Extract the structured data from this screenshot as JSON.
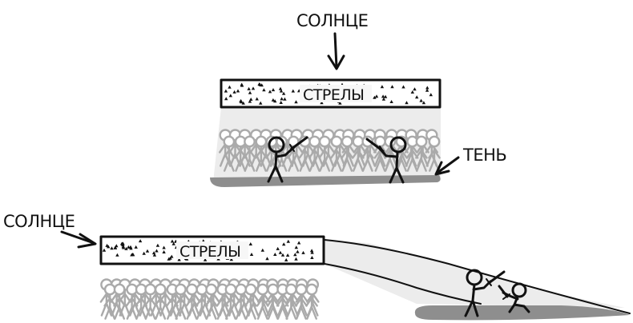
{
  "top_panel": {
    "sun_label": "СОЛНЦЕ",
    "arrows_label": "СТРЕЛЫ",
    "shadow_label": "ТЕНЬ"
  },
  "bottom_panel": {
    "sun_label": "СОЛНЦЕ",
    "arrows_label": "СТРЕЛЫ"
  },
  "colors": {
    "ink": "#111111",
    "crowd": "#aaaaaa",
    "shadow": "#8e8e8e",
    "light_beam": "#ececec",
    "arrow_cloud": "#f7f7f7"
  }
}
